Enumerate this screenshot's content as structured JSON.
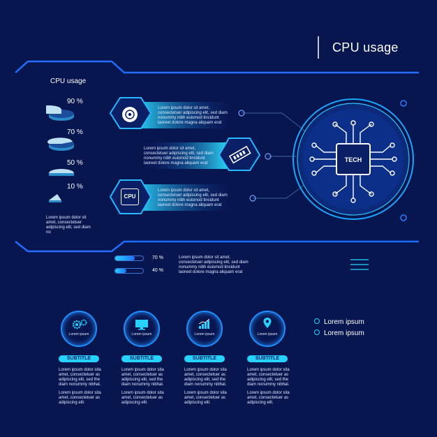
{
  "header": {
    "title": "CPU usage"
  },
  "left_panel": {
    "label": "CPU usage",
    "items": [
      {
        "pct": "90 %",
        "value": 90
      },
      {
        "pct": "70 %",
        "value": 70
      },
      {
        "pct": "50 %",
        "value": 50
      },
      {
        "pct": "10 %",
        "value": 10
      }
    ],
    "body": "Lorem ipsum dolor sit amet, consectetuer adipiscing elit, sed diam no"
  },
  "banners": [
    {
      "lines": [
        "Lorem ipsum dolor sit amet,",
        "consectetuer adipiscing elit, sed diam",
        "nonummy nibh euismod tincidunt",
        "laoreet dolore magna aliquam erat"
      ]
    },
    {
      "lines": [
        "Lorem ipsum dolor sit amet,",
        "consectetuer adipiscing elit, sed diam",
        "nonummy nibh euismod tincidunt",
        "laoreet dolore magna aliquam erat"
      ]
    },
    {
      "lines": [
        "Lorem ipsum dolor sit amet,",
        "consectetuer adipiscing elit, sed diam",
        "nonummy nibh euismod tincidunt",
        "laoreet dolore magna aliquam erat"
      ]
    }
  ],
  "chip": {
    "label": "TECH"
  },
  "cpu_icon_label": "CPU",
  "bars": [
    {
      "pct": "70 %",
      "value": 70
    },
    {
      "pct": "40 %",
      "value": 40
    }
  ],
  "bars_text": [
    "Lorem ipsum dolor sit amet,",
    "consectetuer adipiscing elit, sed diam",
    "nonummy nibh euismod tincidunt",
    "laoreet dolore magna aliquam erat"
  ],
  "cards": [
    {
      "icon": "gears-icon",
      "circle_label": "Lorem ipsum",
      "subtitle": "SUBTITLE",
      "text1": [
        "Lorem ipsum dolor sita",
        "amet, consectetuer as",
        "adipiscing elit, sed the",
        "diam nonummy nibhal."
      ],
      "text2": [
        "Lorem ipsum dolor sita",
        "amet, consectetuer as",
        "adipiscing elit."
      ]
    },
    {
      "icon": "monitor-icon",
      "circle_label": "Lorem ipsum",
      "subtitle": "SUBTITLE",
      "text1": [
        "Lorem ipsum dolor sita",
        "amet, consectetuer as",
        "adipiscing elit, sed the",
        "diam nonummy nibhal."
      ],
      "text2": [
        "Lorem ipsum dolor sita",
        "amet, consectetuer as",
        "adipiscing elit."
      ]
    },
    {
      "icon": "bar-chart-icon",
      "circle_label": "Lorem ipsum",
      "subtitle": "SUBTITLE",
      "text1": [
        "Lorem ipsum dolor sita",
        "amet, consectetuer as",
        "adipiscing elit, sed the",
        "diam nonummy nibhal."
      ],
      "text2": [
        "Lorem ipsum dolor sita",
        "amet, consectetuer as",
        "adipiscing elit."
      ]
    },
    {
      "icon": "location-pin-icon",
      "circle_label": "Lorem ipsum",
      "subtitle": "SUBTITLE",
      "text1": [
        "Lorem ipsum dolor sita",
        "amet, consectetuer as",
        "adipiscing elit, sed the",
        "diam nonummy nibhal."
      ],
      "text2": [
        "Lorem ipsum dolor sita",
        "amet, consectetuer as",
        "adipiscing elit."
      ]
    }
  ],
  "legend": [
    "Lorem ipsum",
    "Lorem ipsum"
  ],
  "colors": {
    "background": "#081650",
    "accent": "#26d2ff",
    "line": "#1f6dff"
  }
}
